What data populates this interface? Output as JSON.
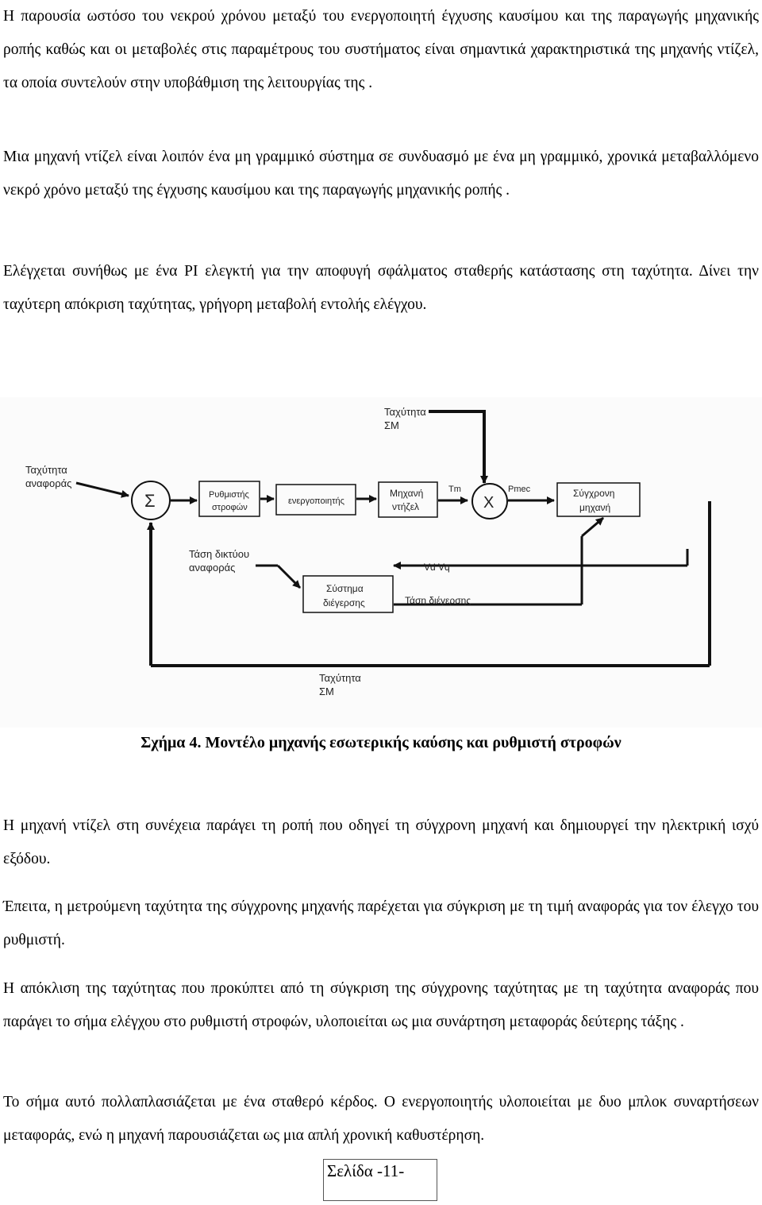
{
  "paragraphs": [
    "Η παρουσία ωστόσο του νεκρού χρόνου μεταξύ του ενεργοποιητή έγχυσης καυσίμου και της παραγωγής μηχανικής ροπής καθώς και οι μεταβολές στις παραμέτρους του συστήματος είναι σημαντικά χαρακτηριστικά της μηχανής ντίζελ, τα οποία συντελούν στην υποβάθμιση της λειτουργίας της .",
    "Μια μηχανή ντίζελ είναι λοιπόν ένα μη γραμμικό σύστημα σε συνδυασμό με ένα μη γραμμικό, χρονικά μεταβαλλόμενο νεκρό χρόνο μεταξύ της έγχυσης καυσίμου και της παραγωγής μηχανικής ροπής .",
    "Ελέγχεται συνήθως με ένα PI ελεγκτή για την αποφυγή σφάλματος σταθερής κατάστασης στη ταχύτητα. Δίνει την ταχύτερη απόκριση ταχύτητας, γρήγορη μεταβολή εντολής ελέγχου.",
    "Η μηχανή ντίζελ στη συνέχεια παράγει τη ροπή που οδηγεί τη σύγχρονη μηχανή και δημιουργεί την ηλεκτρική ισχύ εξόδου.",
    "Έπειτα, η μετρούμενη ταχύτητα της σύγχρονης μηχανής παρέχεται για σύγκριση με τη τιμή αναφοράς για τον έλεγχο του ρυθμιστή.",
    "Η απόκλιση της ταχύτητας που προκύπτει από τη σύγκριση της σύγχρονης ταχύτητας με τη ταχύτητα αναφοράς που παράγει το σήμα ελέγχου στο ρυθμιστή στροφών, υλοποιείται ως μια συνάρτηση μεταφοράς δεύτερης τάξης .",
    "Το σήμα αυτό πολλαπλασιάζεται με ένα σταθερό κέρδος. Ο ενεργοποιητής υλοποιείται με δυο μπλοκ συναρτήσεων μεταφοράς, ενώ η μηχανή παρουσιάζεται ως μια απλή χρονική καθυστέρηση."
  ],
  "diagram": {
    "speed_sm_top": [
      "Ταχύτητα",
      "ΣΜ"
    ],
    "speed_reference": [
      "Ταχύτητα",
      "αναφοράς"
    ],
    "sum_symbol": "Σ",
    "governor": [
      "Ρυθμιστής",
      "στροφών"
    ],
    "actuator": "ενεργοποιητής",
    "diesel_engine": [
      "Μηχανή",
      "ντήζελ"
    ],
    "tm_label": "Tm",
    "multiplier_symbol": "X",
    "pmec_label": "Pmec",
    "sync_machine": [
      "Σύγχρονη",
      "μηχανή"
    ],
    "grid_voltage_ref": [
      "Τάση δικτύου",
      "αναφοράς"
    ],
    "vd_vq": "Vd   Vq",
    "excitation_system": [
      "Σύστημα",
      "διέγερσης"
    ],
    "excitation_voltage": "Τάση διέγερσης",
    "speed_sm_bottom": [
      "Ταχύτητα",
      "ΣΜ"
    ]
  },
  "caption": "Σχήμα 4. Μοντέλο μηχανής εσωτερικής καύσης και ρυθμιστή στροφών",
  "page_number": "Σελίδα -11-"
}
